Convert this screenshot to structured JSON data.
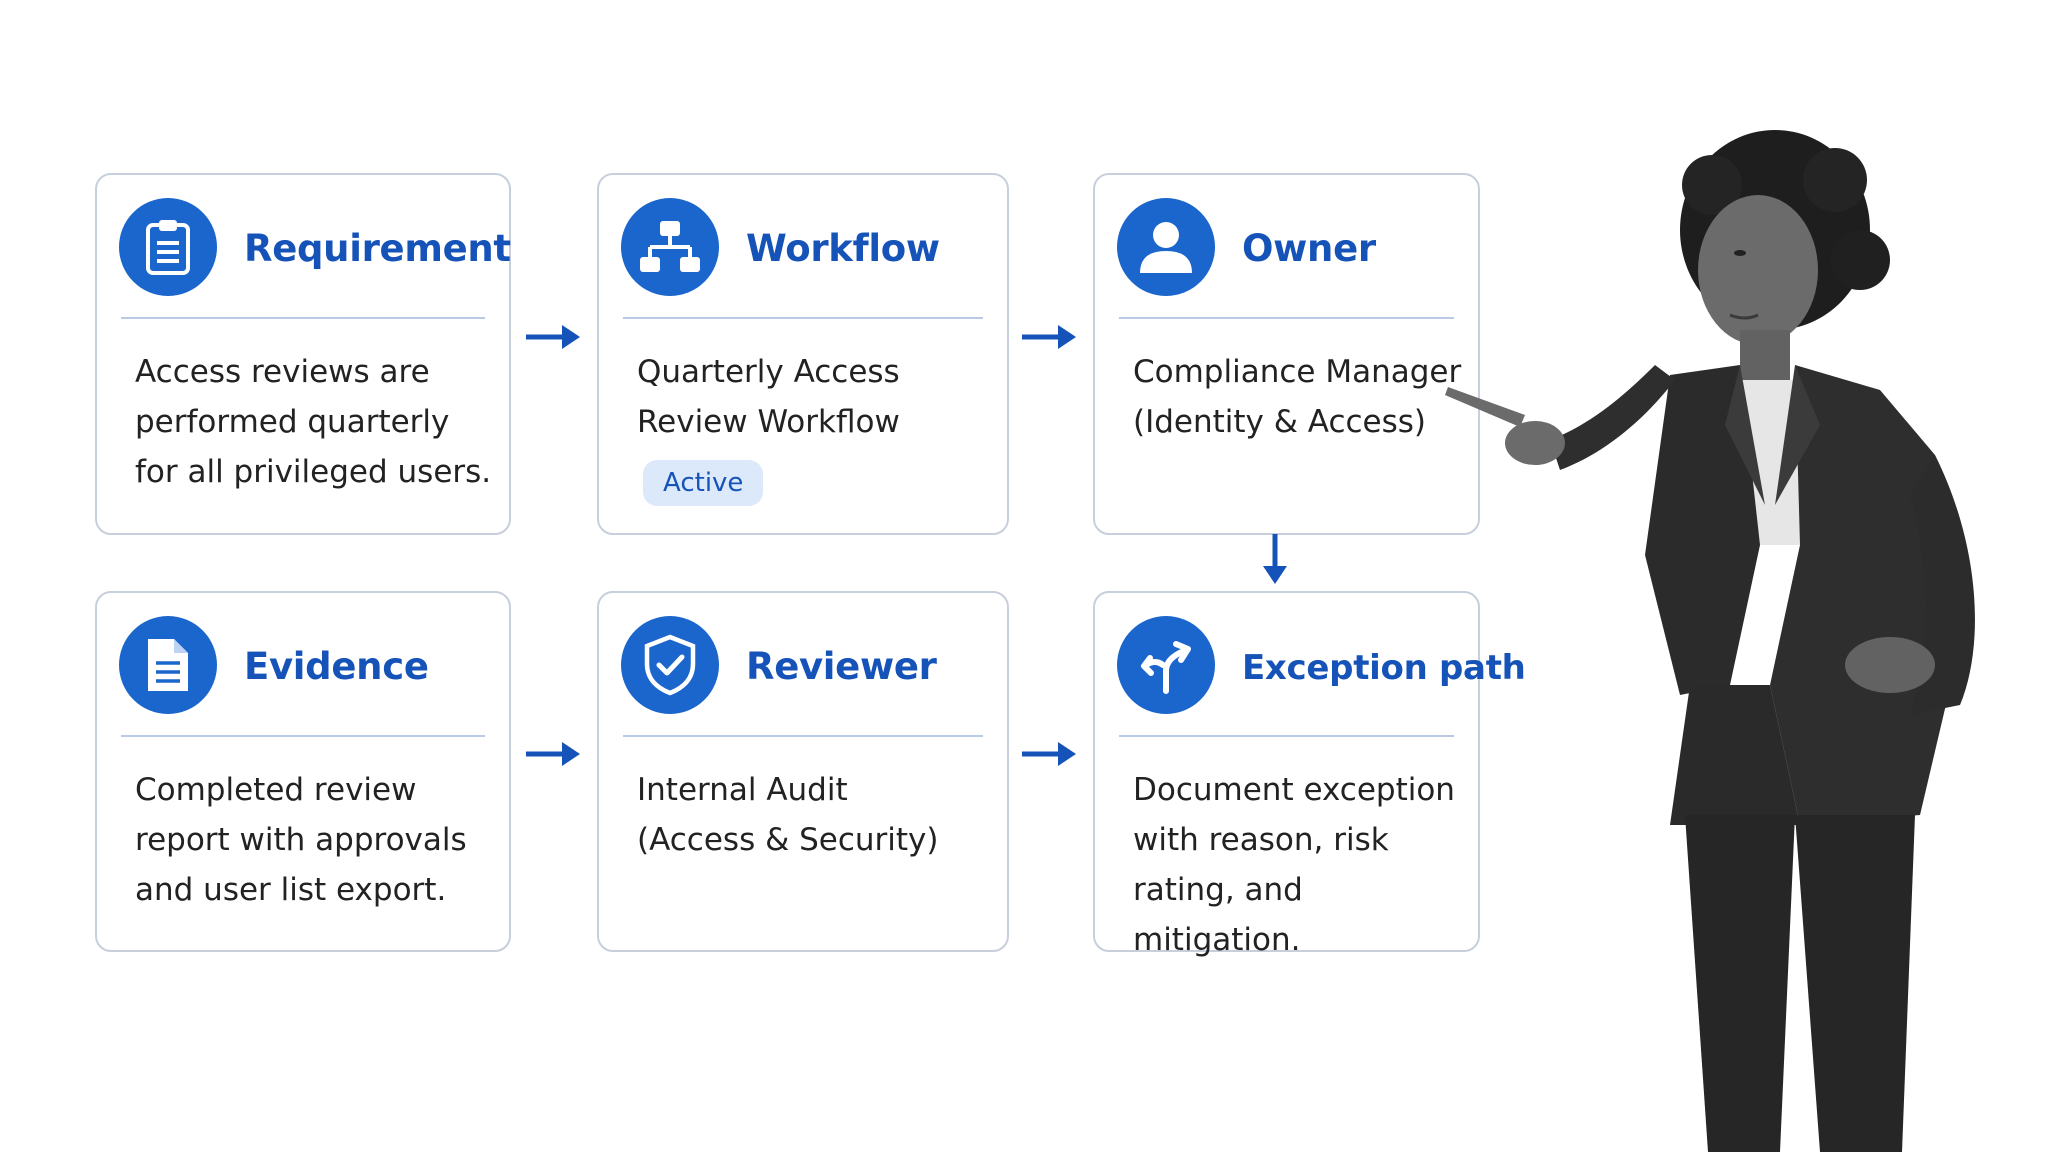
{
  "cards": [
    {
      "title": "Requirement",
      "icon": "clipboard-icon",
      "body": "Access reviews are\nperformed quarterly\nfor all privileged users."
    },
    {
      "title": "Workflow",
      "icon": "workflow-icon",
      "body": "Quarterly Access\nReview Workflow",
      "badge": "Active"
    },
    {
      "title": "Owner",
      "icon": "user-icon",
      "body": "Compliance Manager\n(Identity & Access)"
    },
    {
      "title": "Evidence",
      "icon": "document-icon",
      "body": "Completed review\nreport with approvals\nand user list export."
    },
    {
      "title": "Reviewer",
      "icon": "shield-check-icon",
      "body": "Internal Audit\n(Access & Security)"
    },
    {
      "title": "Exception path",
      "icon": "split-path-icon",
      "body": "Document exception\nwith reason, risk\nrating, and mitigation."
    }
  ],
  "colors": {
    "accent": "#1a66cc",
    "title": "#1553b8",
    "badge_bg": "#dce9fb",
    "border": "#c7cfdc"
  }
}
